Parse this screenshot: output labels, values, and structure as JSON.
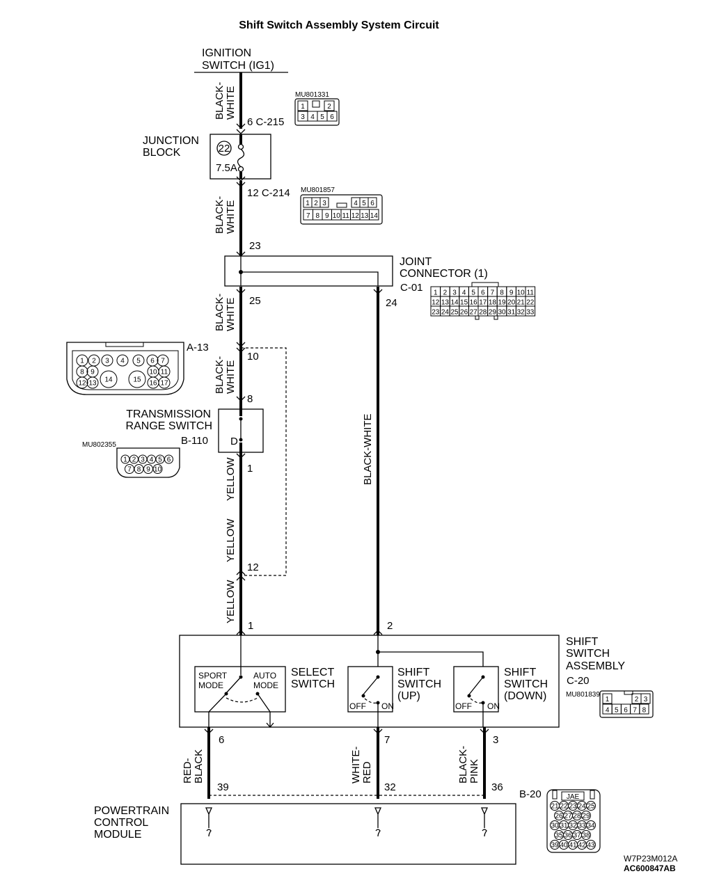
{
  "title": "Shift Switch Assembly System Circuit",
  "ignition": {
    "line1": "IGNITION",
    "line2": "SWITCH (IG1)"
  },
  "junction": {
    "line1": "JUNCTION",
    "line2": "BLOCK",
    "fuse_no": "22",
    "fuse_rating": "7.5A"
  },
  "joint": {
    "line1": "JOINT",
    "line2": "CONNECTOR (1)",
    "code": "C-01"
  },
  "trans_switch": {
    "line1": "TRANSMISSION",
    "line2": "RANGE SWITCH",
    "code": "B-110",
    "pos": "D"
  },
  "select_switch": {
    "line1": "SELECT",
    "line2": "SWITCH",
    "sport1": "SPORT",
    "sport2": "MODE",
    "auto1": "AUTO",
    "auto2": "MODE"
  },
  "shift_up": {
    "line1": "SHIFT",
    "line2": "SWITCH",
    "line3": "(UP)",
    "off": "OFF",
    "on": "ON"
  },
  "shift_down": {
    "line1": "SHIFT",
    "line2": "SWITCH",
    "line3": "(DOWN)",
    "off": "OFF",
    "on": "ON"
  },
  "shift_assembly": {
    "line1": "SHIFT",
    "line2": "SWITCH",
    "line3": "ASSEMBLY",
    "code": "C-20"
  },
  "pcm": {
    "line1": "POWERTRAIN",
    "line2": "CONTROL",
    "line3": "MODULE",
    "code": "B-20"
  },
  "connectors": {
    "c215": {
      "code": "6  C-215",
      "part": "MU801331"
    },
    "c214": {
      "code": "12  C-214",
      "part": "MU801857"
    },
    "a13": {
      "code": "A-13"
    },
    "b110": {
      "part": "MU802355"
    },
    "c20": {
      "part": "MU801839"
    },
    "b20": {
      "label": "JAE"
    }
  },
  "wires": {
    "bw": [
      "BLACK-",
      "WHITE"
    ],
    "bw_long": "BLACK-WHITE",
    "yellow": "YELLOW",
    "rb": [
      "RED-",
      "BLACK"
    ],
    "wr": [
      "WHITE-",
      "RED"
    ],
    "bp": [
      "BLACK-",
      "PINK"
    ]
  },
  "pins": {
    "p23": "23",
    "p25": "25",
    "p24": "24",
    "p10": "10",
    "p8": "8",
    "p1a": "1",
    "p12": "12",
    "p1": "1",
    "p2": "2",
    "p6": "6",
    "p7": "7",
    "p3": "3",
    "p39": "39",
    "p32": "32",
    "p36": "36"
  },
  "grids": {
    "c215": [
      "1",
      "",
      "2",
      "3",
      "4",
      "5",
      "6"
    ],
    "c214": [
      "1",
      "2",
      "3",
      "",
      "4",
      "5",
      "6",
      "7",
      "8",
      "9",
      "10",
      "11",
      "12",
      "13",
      "14"
    ],
    "c01_r1": [
      "1",
      "2",
      "3",
      "4",
      "5",
      "6",
      "7",
      "8",
      "9",
      "10",
      "11"
    ],
    "c01_r2": [
      "12",
      "13",
      "14",
      "15",
      "16",
      "17",
      "18",
      "19",
      "20",
      "21",
      "22"
    ],
    "c01_r3": [
      "23",
      "24",
      "25",
      "26",
      "27",
      "28",
      "29",
      "30",
      "31",
      "32",
      "33"
    ],
    "a13_r1": [
      "1",
      "2",
      "3",
      "4",
      "5",
      "6",
      "7"
    ],
    "a13_r2": [
      "8",
      "9",
      "10",
      "11"
    ],
    "a13_r3": [
      "12",
      "13",
      "14",
      "15",
      "16",
      "17"
    ],
    "b110_r1": [
      "1",
      "2",
      "3",
      "4",
      "5",
      "6"
    ],
    "b110_r2": [
      "7",
      "8",
      "9",
      "10"
    ],
    "c20_r1": [
      "1",
      "2",
      "3"
    ],
    "c20_r2": [
      "4",
      "5",
      "6",
      "7",
      "8"
    ],
    "b20_r1": [
      "21",
      "22",
      "23",
      "24",
      "25"
    ],
    "b20_r2": [
      "26",
      "27",
      "28",
      "29"
    ],
    "b20_r3": [
      "30",
      "31",
      "32",
      "33",
      "34"
    ],
    "b20_r4": [
      "35",
      "36",
      "37",
      "38"
    ],
    "b20_r5": [
      "39",
      "40",
      "41",
      "42",
      "43"
    ]
  },
  "footer": {
    "ref1": "W7P23M012A",
    "ref2": "AC600847AB"
  }
}
